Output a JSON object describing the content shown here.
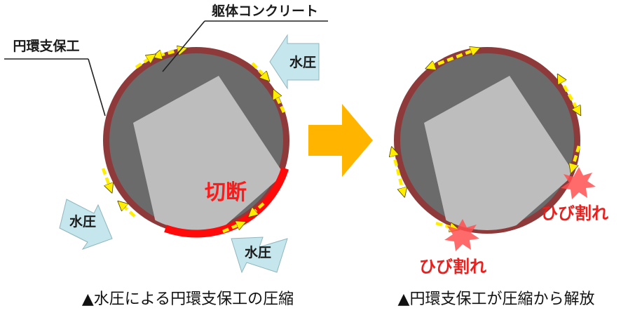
{
  "labels": {
    "concrete": "躯体コンクリート",
    "ring_support": "円環支保工",
    "water_pressure": "水圧",
    "cut": "切断",
    "crack": "ひび割れ"
  },
  "captions": {
    "left": "▲水圧による円環支保工の圧縮",
    "right": "▲円環支保工が圧縮から解放"
  },
  "colors": {
    "ring": "#8e3a3a",
    "cut_ring": "#ff0a0a",
    "concrete_dark": "#6b6b6b",
    "concrete_light": "#bdbdbd",
    "arrow_water": "#c5e6ec",
    "arrow_big": "#ffb400",
    "force_arrow": "#ffee00",
    "crack": "#ff5050"
  }
}
